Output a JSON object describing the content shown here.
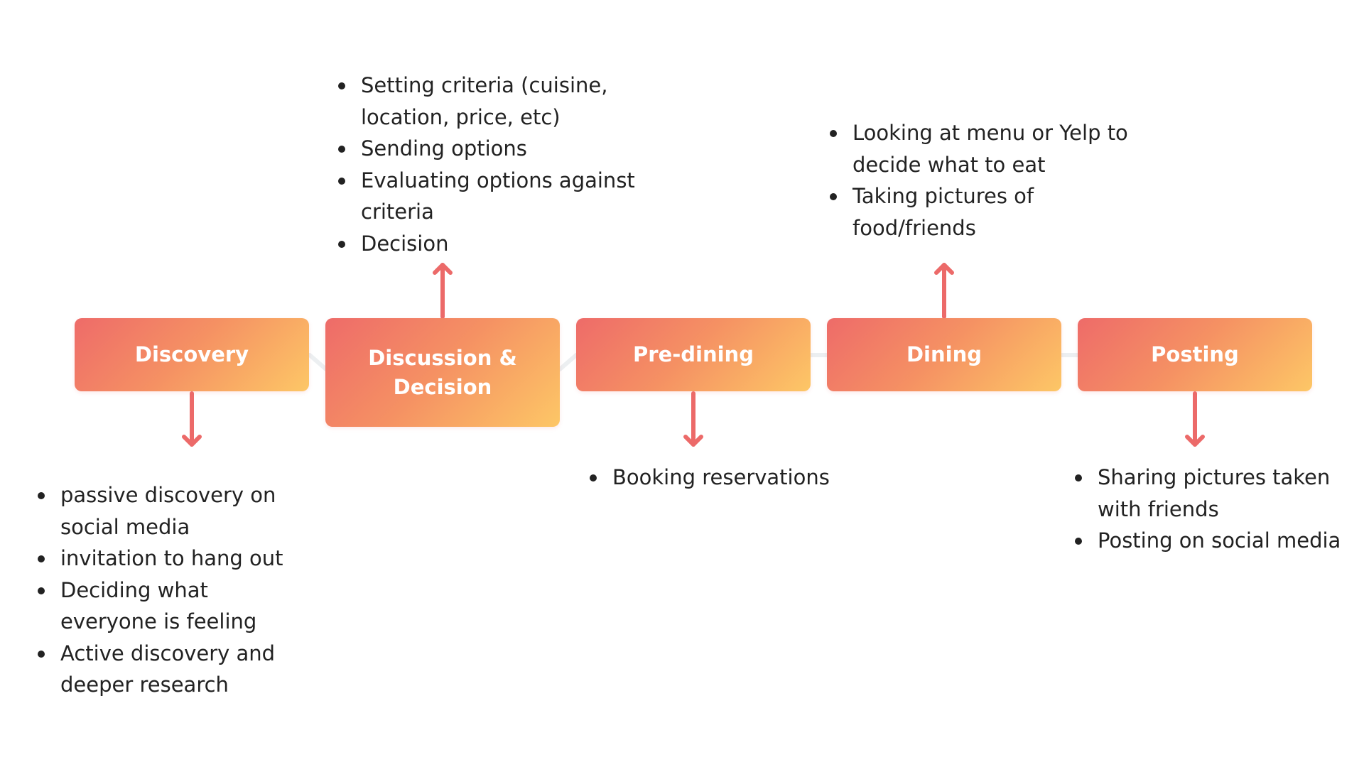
{
  "stages": [
    {
      "label": "Discovery"
    },
    {
      "label": "Discussion & Decision"
    },
    {
      "label": "Pre-dining"
    },
    {
      "label": "Dining"
    },
    {
      "label": "Posting"
    }
  ],
  "notes": {
    "discovery": [
      "passive discovery on social media",
      "invitation to hang out",
      "Deciding what everyone is feeling",
      "Active discovery and deeper research"
    ],
    "discussion_decision": [
      "Setting criteria (cuisine, location, price, etc)",
      "Sending options",
      "Evaluating options against criteria",
      "Decision"
    ],
    "pre_dining": [
      "Booking reservations"
    ],
    "dining": [
      "Looking at menu or Yelp to decide what to eat",
      "Taking pictures of food/friends"
    ],
    "posting": [
      "Sharing pictures taken with friends",
      "Posting on social media"
    ]
  },
  "colors": {
    "arrow": "#ec6a69",
    "gradient_start": "#ee6b69",
    "gradient_end": "#fdc766",
    "connector": "#eceff1",
    "text": "#222222"
  }
}
